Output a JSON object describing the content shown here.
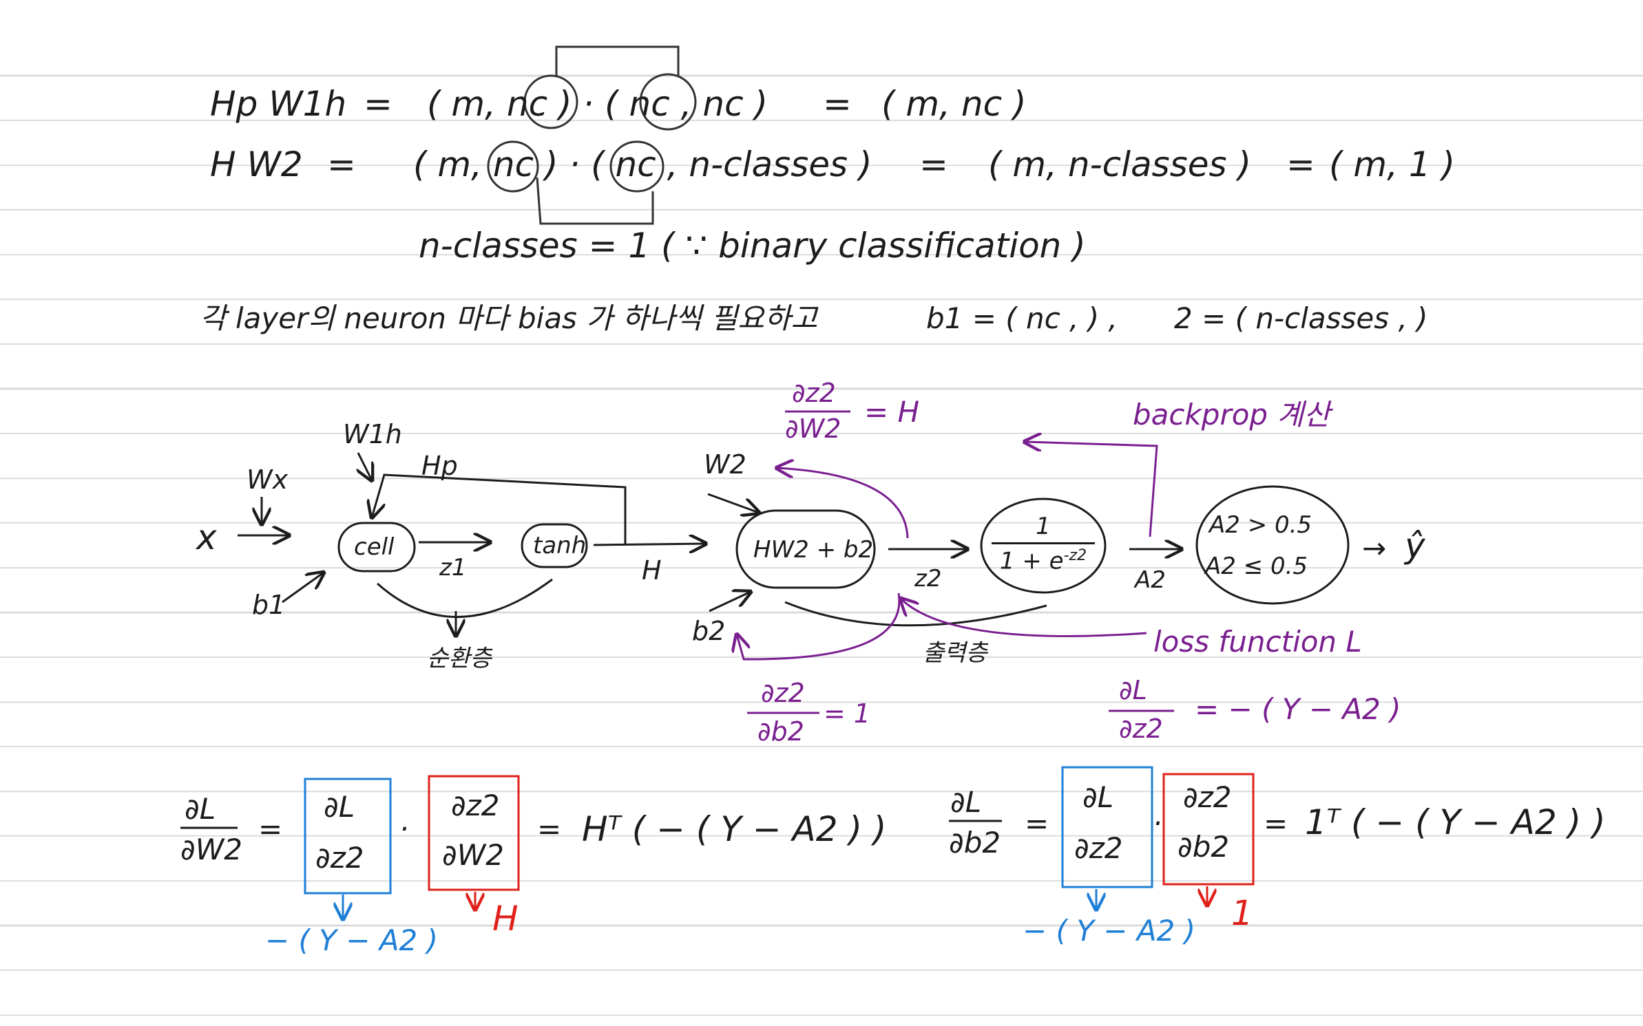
{
  "eq1": {
    "lhs": "Hp W1h",
    "eq": "=",
    "rhs": "( m, nc ) · ( nc , nc )",
    "eq2": "=",
    "result": "( m, nc )"
  },
  "eq2": {
    "lhs": "H W2",
    "eq": "=",
    "rhs": "( m, nc ) · ( nc , n-classes )",
    "eq2": "=",
    "result": "( m, n-classes )",
    "eq3": "=",
    "result2": "( m, 1 )"
  },
  "eq3": {
    "text": "n-classes = 1 ( ∵ binary classification )"
  },
  "bias_note": {
    "text": "각 layer의 neuron 마다 bias 가 하나씩 필요하고",
    "b1": "b1 = ( nc , ) ,",
    "b2": "2 = ( n-classes , )"
  },
  "diagram": {
    "x": "x",
    "wx": "Wx",
    "b1": "b1",
    "w1h": "W1h",
    "hp": "Hp",
    "cell": "cell",
    "z1": "z1",
    "tanh": "tanh",
    "h": "H",
    "recurrent_layer": "순환층",
    "w2": "W2",
    "b2": "b2",
    "linear": "HW2 + b2",
    "z2": "z2",
    "output_layer": "출력층",
    "sigmoid_num": "1",
    "sigmoid_den": "1 + e",
    "sigmoid_exp": "-z2",
    "a2": "A2",
    "dec1": "A2 > 0.5",
    "dec2": "A2 ≤ 0.5",
    "arrow_out": "→",
    "yhat": "ŷ"
  },
  "annotations": {
    "dz2_dw2_num": "∂z2",
    "dz2_dw2_den": "∂W2",
    "dz2_dw2_val": "= H",
    "backprop": "backprop 계산",
    "loss": "loss function L",
    "dz2_db2_num": "∂z2",
    "dz2_db2_den": "∂b2",
    "dz2_db2_val": "= 1",
    "dl_dz2_num": "∂L",
    "dl_dz2_den": "∂z2",
    "dl_dz2_val": "= − ( Y − A2 )"
  },
  "chain_w2": {
    "lhs_num": "∂L",
    "lhs_den": "∂W2",
    "eq": "=",
    "f1_num": "∂L",
    "f1_den": "∂z2",
    "dot": "·",
    "f2_num": "∂z2",
    "f2_den": "∂W2",
    "eq2": "=",
    "result": "Hᵀ ( − ( Y − A2 ) )",
    "blue_val": "− ( Y − A2 )",
    "red_val": "H"
  },
  "chain_b2": {
    "lhs_num": "∂L",
    "lhs_den": "∂b2",
    "eq": "=",
    "f1_num": "∂L",
    "f1_den": "∂z2",
    "dot": "·",
    "f2_num": "∂z2",
    "f2_den": "∂b2",
    "eq2": "=",
    "result": "1ᵀ ( − ( Y − A2 ) )",
    "blue_val": "− ( Y − A2 )",
    "red_val": "1"
  },
  "colors": {
    "ink": "#1c1c1c",
    "purple": "#7a1f8f",
    "blue": "#1f7fd6",
    "red": "#e0201a",
    "rule": "#d9d9d9"
  }
}
